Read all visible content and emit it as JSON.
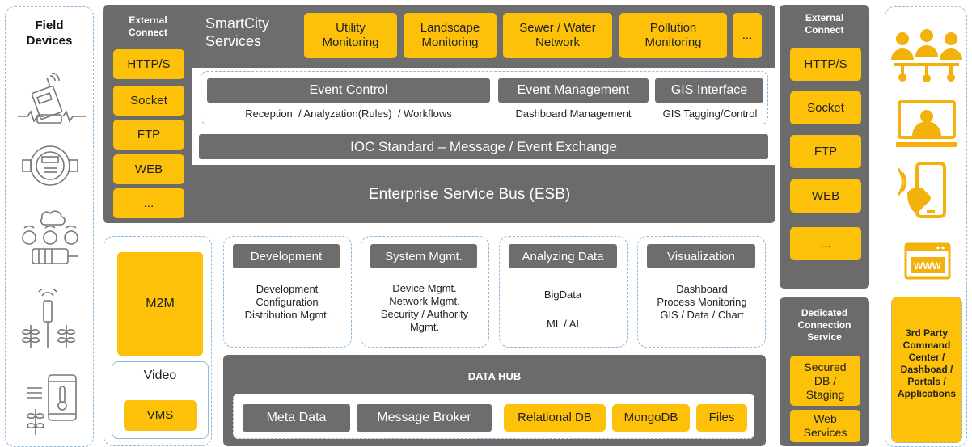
{
  "field_devices": {
    "title": "Field\nDevices",
    "icons": [
      "gateway-sensor-icon",
      "water-meter-icon",
      "iot-motor-icon",
      "soil-sensor-icon",
      "smart-thermometer-icon"
    ]
  },
  "left_external": {
    "title": "External\nConnect",
    "items": [
      "HTTP/S",
      "Socket",
      "FTP",
      "WEB",
      "..."
    ]
  },
  "esb": {
    "label": "Enterprise Service Bus (ESB)"
  },
  "smartcity": {
    "title": "SmartCity\nServices",
    "services": [
      "Utility\nMonitoring",
      "Landscape\nMonitoring",
      "Sewer / Water\nNetwork",
      "Pollution\nMonitoring",
      "..."
    ]
  },
  "ioc": {
    "event_control": {
      "title": "Event Control",
      "desc": "Reception  / Analyzation(Rules)  / Workflows"
    },
    "event_management": {
      "title": "Event Management",
      "desc": "Dashboard Management"
    },
    "gis": {
      "title": "GIS Interface",
      "desc": "GIS Tagging/Control"
    },
    "standard": "IOC Standard – Message / Event Exchange"
  },
  "m2m": {
    "label": "M2M"
  },
  "video": {
    "title": "Video",
    "vms": "VMS"
  },
  "modules": [
    {
      "title": "Development",
      "desc": "Development\nConfiguration\nDistribution Mgmt."
    },
    {
      "title": "System Mgmt.",
      "desc": "Device Mgmt.\nNetwork Mgmt.\nSecurity / Authority\nMgmt."
    },
    {
      "title": "Analyzing Data",
      "desc1": "BigData",
      "desc2": "ML / AI"
    },
    {
      "title": "Visualization",
      "desc": "Dashboard\nProcess Monitoring\nGIS / Data / Chart"
    }
  ],
  "data_hub": {
    "title": "DATA HUB",
    "gray_items": [
      "Meta Data",
      "Message Broker"
    ],
    "gold_items": [
      "Relational DB",
      "MongoDB",
      "Files"
    ]
  },
  "right_external": {
    "title": "External\nConnect",
    "items": [
      "HTTP/S",
      "Socket",
      "FTP",
      "WEB",
      "..."
    ]
  },
  "dedicated": {
    "title": "Dedicated\nConnection\nService",
    "items": [
      "Secured\nDB /\nStaging",
      "Web\nServices"
    ]
  },
  "third_party": {
    "icons": [
      "users-network-icon",
      "monitor-user-icon",
      "smartphone-touch-icon",
      "www-browser-icon"
    ],
    "label": "3rd Party\nCommand\nCenter /\nDashboad /\nPortals /\nApplications"
  },
  "colors": {
    "accent": "#fdc109",
    "panel": "#6b6b6b",
    "dash": "#8fb9dc"
  }
}
